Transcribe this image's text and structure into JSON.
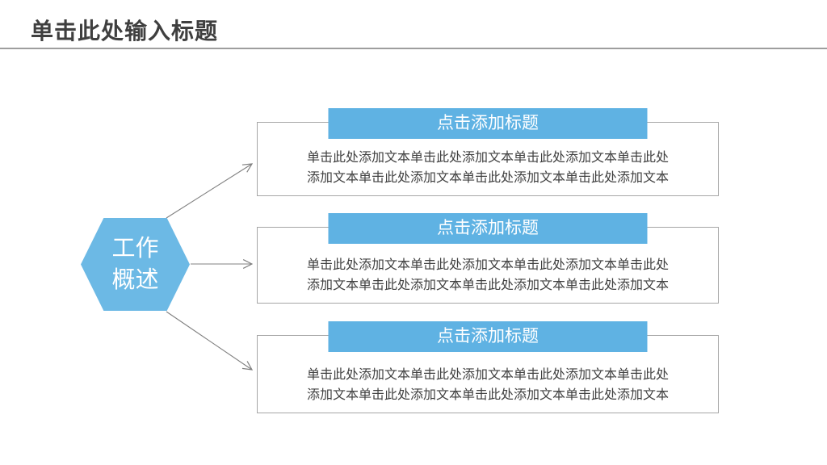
{
  "slide": {
    "title": "单击此处输入标题",
    "hexagon": {
      "line1": "工作",
      "line2": "概述"
    },
    "boxes": [
      {
        "header": "点击添加标题",
        "body_line1": "单击此处添加文本单击此处添加文本单击此处添加文本单击此处",
        "body_line2": "添加文本单击此处添加文本单击此处添加文本单击此处添加文本"
      },
      {
        "header": "点击添加标题",
        "body_line1": "单击此处添加文本单击此处添加文本单击此处添加文本单击此处",
        "body_line2": "添加文本单击此处添加文本单击此处添加文本单击此处添加文本"
      },
      {
        "header": "点击添加标题",
        "body_line1": "单击此处添加文本单击此处添加文本单击此处添加文本单击此处",
        "body_line2": "添加文本单击此处添加文本单击此处添加文本单击此处添加文本"
      }
    ]
  },
  "colors": {
    "accent": "#5FB2E3",
    "hexagon": "#6CB9E5",
    "arrow": "#808080",
    "border": "#A6A6A6",
    "title": "#3F3F3F",
    "divider": "#9E9E9E",
    "body_text": "#404040"
  }
}
